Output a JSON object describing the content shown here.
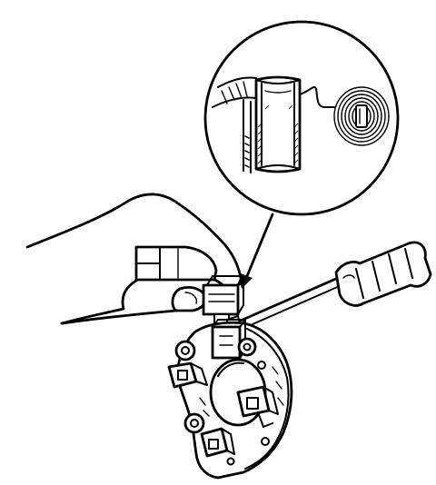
{
  "figure": {
    "ink_color": "#000000",
    "paper_color": "#ffffff",
    "parts": [
      "hand",
      "screwdriver",
      "brush-holder-plate",
      "brush",
      "brush-spring",
      "magnified-inset"
    ]
  }
}
